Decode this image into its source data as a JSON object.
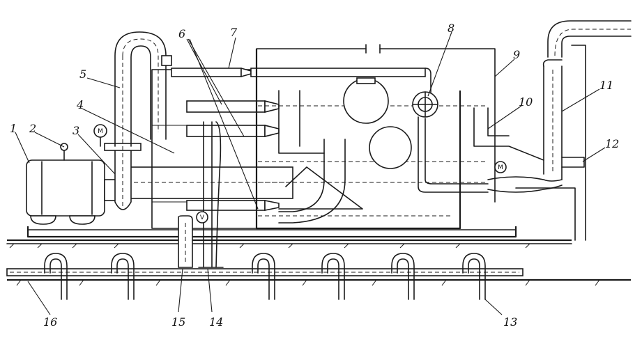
{
  "labels": {
    "l1": "1",
    "l2": "2",
    "l3": "3",
    "l4": "4",
    "l5": "5",
    "l6": "6",
    "l7": "7",
    "l8": "8",
    "l9": "9",
    "l10": "10",
    "l11": "11",
    "l12": "12",
    "l13": "13",
    "l14": "14",
    "l15": "15",
    "l16": "16"
  },
  "gauges": {
    "m1": "M",
    "m2": "M",
    "v1": "V"
  }
}
